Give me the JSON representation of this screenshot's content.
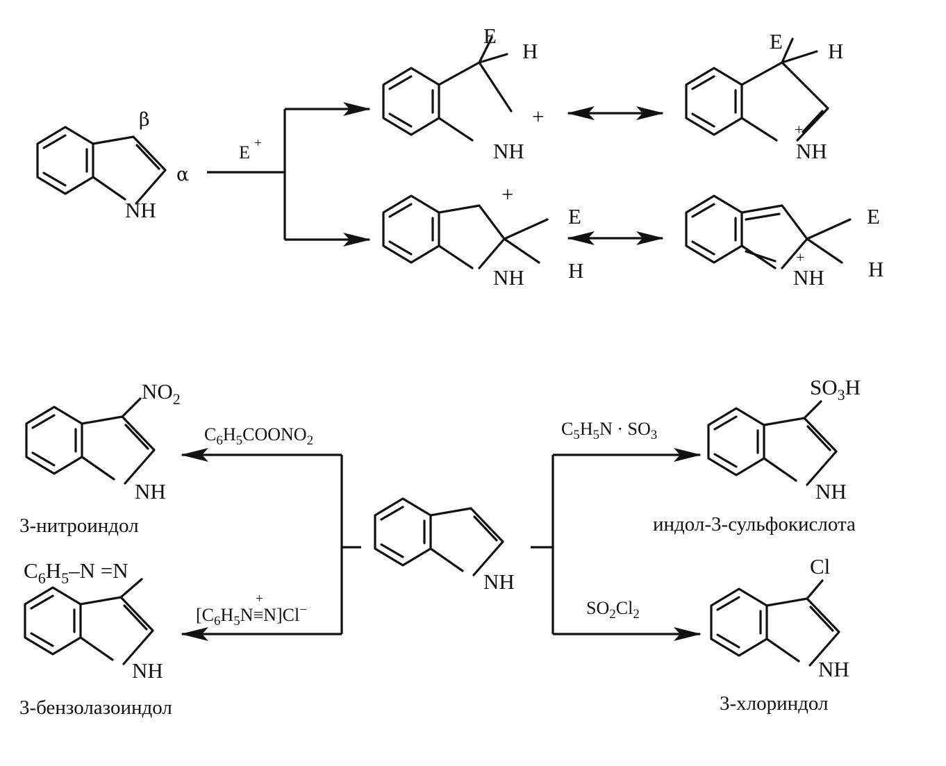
{
  "mechanism": {
    "label_beta": "β",
    "label_alpha": "α",
    "reagent_main": "E",
    "reagent_charge": "+",
    "atom_nh": "NH",
    "atom_e": "E",
    "atom_h": "H",
    "charge_plus": "+"
  },
  "reactions": {
    "nitration": {
      "reagent": [
        "C",
        "6",
        "H",
        "5",
        "COONO",
        "2"
      ],
      "substituent": [
        "NO",
        "2"
      ],
      "product_name": "3-нитроиндол"
    },
    "sulfonation": {
      "reagent": [
        "C",
        "5",
        "H",
        "5",
        "N · SO",
        "3"
      ],
      "substituent": [
        "SO",
        "3",
        "H"
      ],
      "product_name": "индол-3-сульфокислота"
    },
    "azo_coupling": {
      "reagent": [
        "[C",
        "6",
        "H",
        "5",
        "N",
        "+",
        "≡N]Cl",
        "−"
      ],
      "substituent": [
        "C",
        "6",
        "H",
        "5",
        "–N =N"
      ],
      "product_name": "3-бензолазоиндол"
    },
    "chlorination": {
      "reagent": [
        "SO",
        "2",
        "Cl",
        "2"
      ],
      "substituent": "Cl",
      "product_name": "3-хлориндол"
    }
  },
  "colors": {
    "ink": "#111111",
    "background": "#ffffff"
  }
}
